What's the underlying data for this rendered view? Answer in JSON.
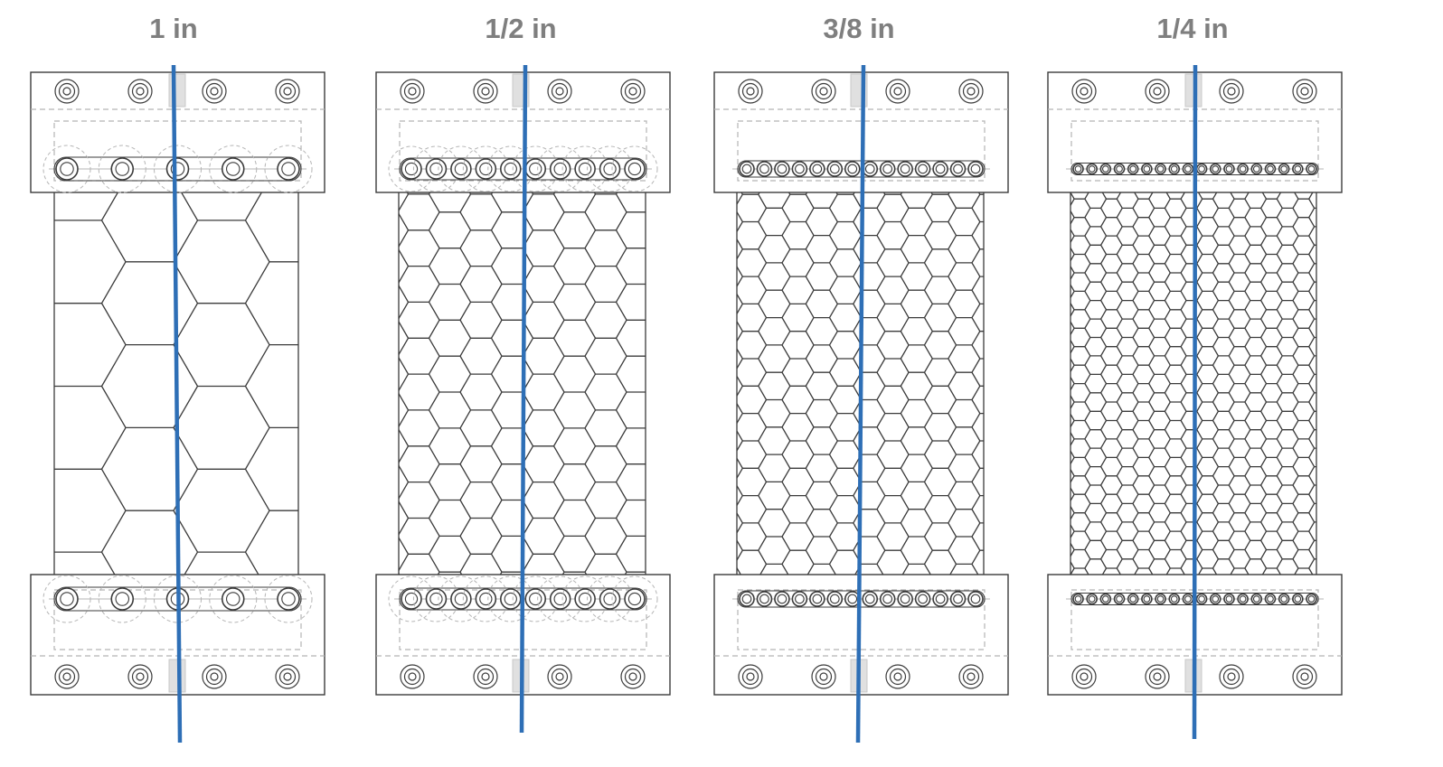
{
  "panels": [
    {
      "label": "1 in"
    },
    {
      "label": "1/2 in"
    },
    {
      "label": "3/8 in"
    },
    {
      "label": "1/4 in"
    }
  ],
  "colors": {
    "label": "#7f7f7f",
    "line": "#3b3b3b",
    "dashed": "#b5b5b5",
    "cut_line": "#2e6fb6",
    "background": "#ffffff"
  }
}
